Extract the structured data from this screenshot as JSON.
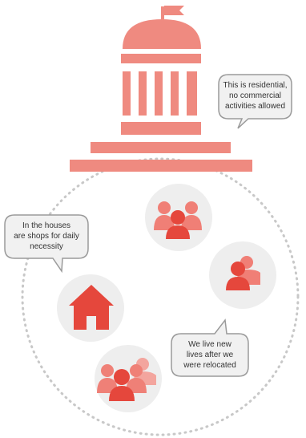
{
  "speech_bubbles": {
    "government": {
      "lines": [
        "This is residential,",
        "no commercial",
        "activities allowed"
      ]
    },
    "shops": {
      "lines": [
        "In the houses",
        "are shops for daily",
        "necessity"
      ]
    },
    "relocated": {
      "lines": [
        "We live new",
        "lives after we",
        "were relocated"
      ]
    }
  },
  "icons": {
    "building": "government-building-icon",
    "house": "house-icon",
    "groups": [
      "people-group-icon",
      "people-pair-icon",
      "people-crowd-icon"
    ]
  },
  "colors": {
    "building": "#ef8a80",
    "accent": "#e5473c",
    "people_light": "#f07f76",
    "people_mid": "#ea5d52",
    "circle_bg": "#eeeeee",
    "bubble_bg": "#f1f1f1",
    "bubble_stroke": "#9a9a9a",
    "dotted": "#c8c8c8"
  }
}
